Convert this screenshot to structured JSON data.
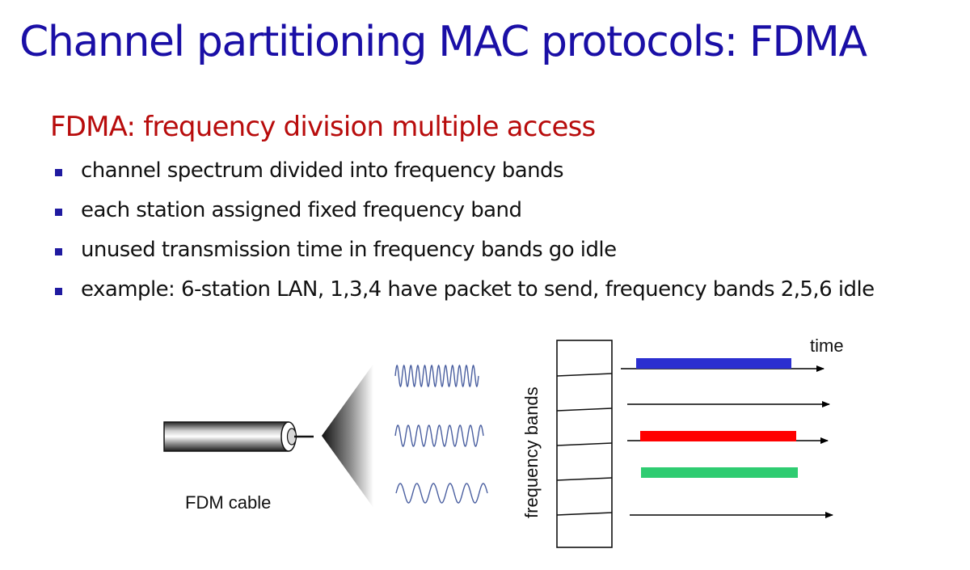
{
  "title": "Channel partitioning MAC protocols: FDMA",
  "subheading": "FDMA: frequency division multiple access",
  "bullets": [
    "channel spectrum divided into frequency bands",
    "each station assigned fixed frequency band",
    "unused transmission time in frequency bands go idle",
    "example: 6-station LAN, 1,3,4 have packet to send, frequency bands 2,5,6 idle"
  ],
  "diagram": {
    "cable_label": "FDM cable",
    "axis_label_vertical": "frequency bands",
    "axis_label_time": "time",
    "colors": {
      "band_1": "#2b2fd0",
      "band_3": "#ff0000",
      "band_4": "#2ecc71",
      "waves": "#4a5fa0"
    }
  }
}
